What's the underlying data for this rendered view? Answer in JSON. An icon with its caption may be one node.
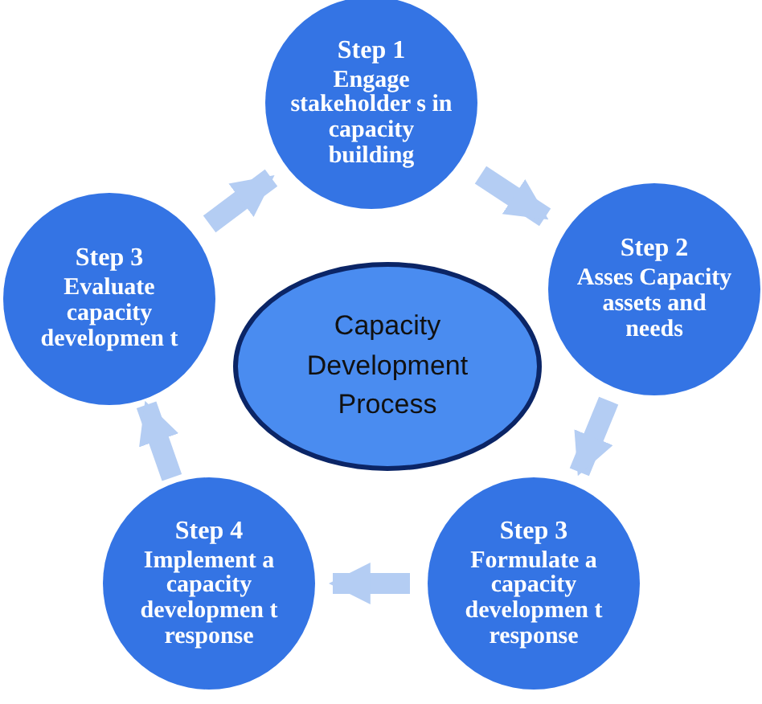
{
  "diagram": {
    "nodes": [
      {
        "text": [
          "Step 1",
          "Engage stakeholder s in capacity building"
        ]
      },
      {
        "text": [
          "Step 3",
          "Evaluate capacity developmen t"
        ]
      },
      {
        "text": [
          "Step 2",
          "Asses Capacity assets and needs"
        ]
      },
      {
        "text": [
          "Capacity Development Process"
        ]
      },
      {
        "text": [
          "Step 4",
          "Implement a capacity developmen t response"
        ]
      },
      {
        "text": [
          "Step 3",
          "Formulate a capacity developmen t response"
        ]
      }
    ],
    "edges": [
      {
        "from": 0,
        "to": 2,
        "arrow": "to"
      },
      {
        "from": 2,
        "to": 5,
        "arrow": "to"
      },
      {
        "from": 5,
        "to": 4,
        "arrow": "to"
      },
      {
        "from": 4,
        "to": 1,
        "arrow": "to"
      },
      {
        "from": 1,
        "to": 0,
        "arrow": "to"
      }
    ]
  }
}
